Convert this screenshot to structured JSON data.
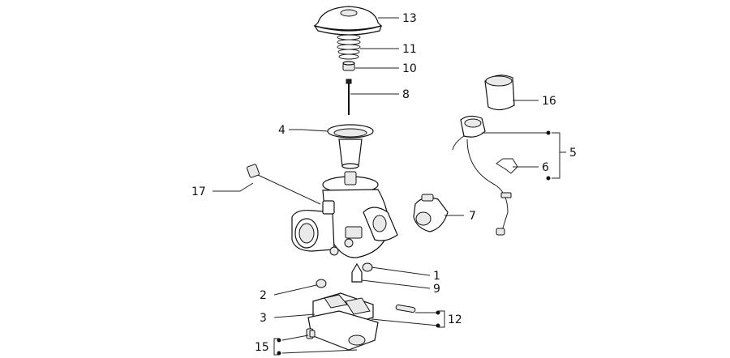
{
  "callouts": [
    {
      "id": "13",
      "text": "13"
    },
    {
      "id": "11",
      "text": "11"
    },
    {
      "id": "10",
      "text": "10"
    },
    {
      "id": "8",
      "text": "8"
    },
    {
      "id": "16",
      "text": "16"
    },
    {
      "id": "4",
      "text": "4"
    },
    {
      "id": "5",
      "text": "5"
    },
    {
      "id": "6",
      "text": "6"
    },
    {
      "id": "17",
      "text": "17"
    },
    {
      "id": "7",
      "text": "7"
    },
    {
      "id": "1",
      "text": "1"
    },
    {
      "id": "9",
      "text": "9"
    },
    {
      "id": "2",
      "text": "2"
    },
    {
      "id": "3",
      "text": "3"
    },
    {
      "id": "12",
      "text": "12"
    },
    {
      "id": "15",
      "text": "15"
    }
  ]
}
